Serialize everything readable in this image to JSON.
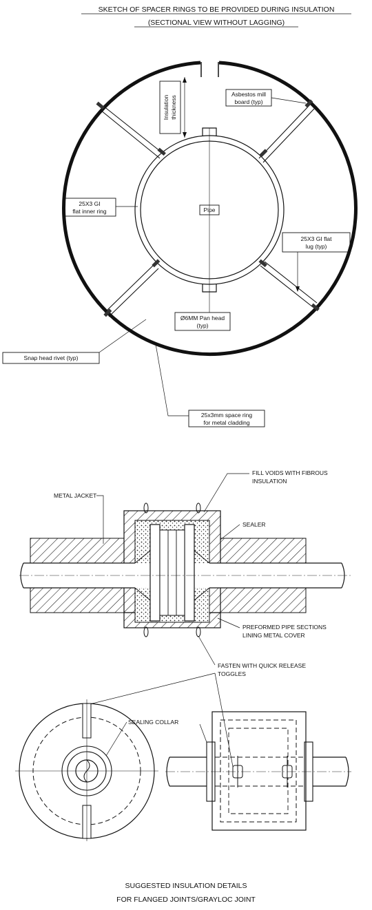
{
  "top_title": {
    "line1": "SKETCH OF SPACER RINGS TO BE PROVIDED DURING INSULATION",
    "line2": "(SECTIONAL VIEW WITHOUT LAGGING)"
  },
  "spacer_labels": {
    "insulation_1": "Insulation",
    "insulation_2": "thickness",
    "asbestos_1": "Asbestos mill",
    "asbestos_2": "board (typ)",
    "inner_ring_1": "25X3 GI",
    "inner_ring_2": "flat inner ring",
    "pipe": "Pipe",
    "lug_1": "25X3 GI flat",
    "lug_2": "lug (typ)",
    "pan_head_1": "Ø6MM Pan head",
    "pan_head_2": "(typ)",
    "rivet": "Snap head rivet (typ)",
    "space_ring_1": "25x3mm space ring",
    "space_ring_2": "for metal cladding"
  },
  "flange_labels": {
    "fill_voids_1": "FILL VOIDS WITH FIBROUS",
    "fill_voids_2": "INSULATION",
    "metal_jacket": "METAL JACKET",
    "sealer": "SEALER",
    "preformed_1": "PREFORMED PIPE SECTIONS",
    "preformed_2": "LINING METAL COVER",
    "fasten_1": "FASTEN WITH QUICK RELEASE",
    "fasten_2": "TOGGLES",
    "sealing_collar": "SEALING COLLAR"
  },
  "bottom_title": {
    "line1": "SUGGESTED INSULATION DETAILS",
    "line2": "FOR FLANGED JOINTS/GRAYLOC JOINT"
  }
}
